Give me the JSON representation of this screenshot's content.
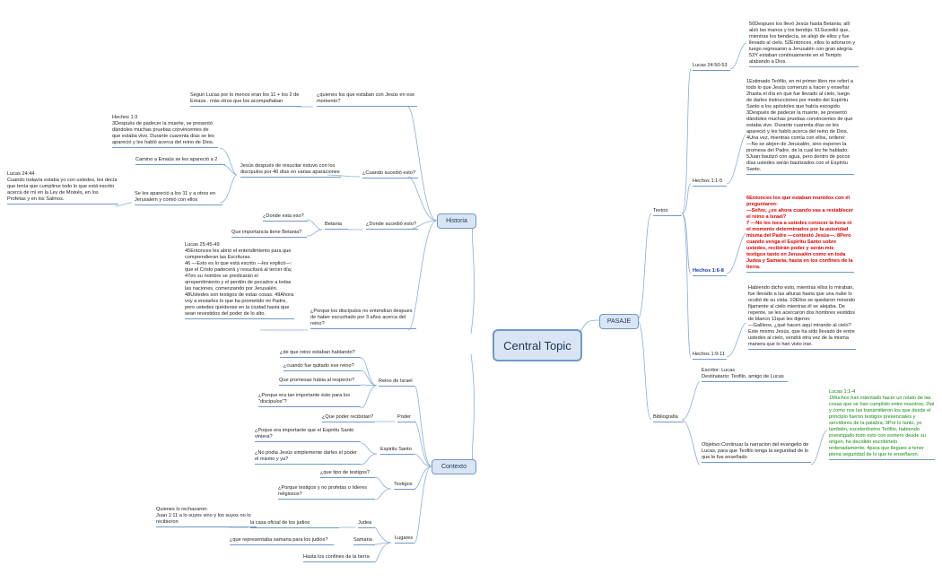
{
  "central": "Central Topic",
  "historia": {
    "label": "Historia",
    "q1": "¿quienes los que estaban con Jesús en ese momento?",
    "q1_answer": "Segun Lucas por lo menos eran los 11 + los 2 de Emaús . más otros que los acompañaban",
    "q2": "¿Cuando sucedió esto?",
    "q2_sub": "Jesús después de resucitar estuvo con los discípulos por 40 días en varias aparaciones",
    "hechos13": "Hechos 1:3\n3Después de padecer la muerte, se presentó dándoles muchas pruebas convincentes de que estaba vivo. Durante cuarenta días se les apareció y les habló acerca del reino de Dios.",
    "emaus": "Camino a Emaús se les apareció a 2",
    "jerusalen": "Se les apareció a los 11 y a otros en Jerusalem y comió con ellos",
    "lucas2444": "Lucas 24:44\nCuando todavía estaba yo con ustedes, les decía que tenía que cumplirse todo lo que está escrito acerca de mí en la Ley de Moisés, en los Profetas y en los Salmos.",
    "q3": "¿Donde sucedió esto?",
    "betania": "Betania",
    "donde": "¿Donde esta eso?",
    "importancia": "Que importancia tiene Betania?",
    "q4": "¿Porque los discípulos no entendían despues de haber escuchado por 3 años acerca del reino?",
    "lucas2545": "Lucas 25:45-49\n45Entonces les abrió el entendimiento para que comprendieran las Escrituras.\n46 —Esto es lo que está escrito —les explicó—: que el Cristo padecerá y resucitará al tercer día; 47en su nombre se predicarán el arrepentimiento y el perdón de pecados a todas las naciones, comenzando por Jerusalén. 48Ustedes son testigos de estas cosas. 49Ahora voy a enviarles lo que ha prometido mi Padre, pero ustedes quédense en la ciudad hasta que sean revestidos del poder de lo alto."
  },
  "contexto": {
    "label": "Contexto",
    "reino": "Reino de Israel",
    "reino_q1": "¿de que reino estaban hablando?",
    "reino_q2": "¿cuando fue quitado ese reino?",
    "reino_q3": "Que promesas habia al respecto?",
    "reino_q4": "¿Porque era tan importante ésto para los \"discipulos\"?",
    "poder": "Poder",
    "poder_q": "¿Que poder recibirian?",
    "espiritu": "Espiritu Santo",
    "espiritu_q1": "¿Poque era importante que el Espiritu Santo viniera?",
    "espiritu_q2": "¿No podia Jesús simplemente darles el poder el mismo y ya?",
    "testigos": "Testigos",
    "testigos_q1": "¿que tipo de testigos?",
    "testigos_q2": "¿Porque testigos y no profetas o lideres religiosos?",
    "lugares": "Lugares",
    "judea": "Judea",
    "judea_q": "la casa oficial de los judios",
    "rechazaron": "Quienes lo rechazaron:\nJuan 1:11 a lo suyos vino y los suyos no lo recibieron",
    "samaria": "Samaria",
    "samaria_q": "¿que representaba samaria para los judios?",
    "confines": "Hasta los confines de la tierra"
  },
  "pasaje": {
    "label": "PASAJE",
    "textos": "Textos:",
    "lucas2450_ref": "Lucas 24:50-53",
    "lucas2450_text": "50Después los llevó Jesús hasta Betania; allí alzó las manos y los bendijo. 51Sucedió que, mientras los bendecía, se alejó de ellos y fue llevado al cielo. 52Entonces, ellos lo adoraron y luego regresaron a Jerusalén con gran alegría. 53Y estaban continuamente en el Templo alabando a Dios.",
    "hechos115_ref": "Hechos 1:1-5",
    "hechos115_text": "1Estimado Teófilo, en mi primer libro me referí a todo lo que Jesús comenzó a hacer y enseñar 2hasta el día en que fue llevado al cielo, luego de darles instrucciones por medio del Espíritu Santo a los apóstoles que había escogido. 3Después de padecer la muerte, se presentó dándoles muchas pruebas convincentes de que estaba vivo. Durante cuarenta días se les apareció y les habló acerca del reino de Dios. 4Una vez, mientras comía con ellos, ordenó:\n—No se alejen de Jerusalén, sino esperen la promesa del Padre, de la cual les he hablado: 5Juan bautizó con agua, pero dentro de pocos días ustedes serán bautizados con el Espíritu Santo.",
    "hechos168_ref": "Hechos 1:6-8",
    "hechos168_text": "6Entonces los que estaban reunidos con él preguntaron:\n—Señor, ¿es ahora cuando vas a restablecer el reino a Israel?\n7 —No les toca a ustedes conocer la hora ni el momento determinados por la autoridad misma del Padre —contestó Jesús—. 8Pero cuando venga el Espíritu Santo sobre ustedes, recibirán poder y serán mis testigos tanto en Jerusalén como en toda Judea y Samaria, hasta en los confines de la tierra.",
    "hechos1911_ref": "Hechos 1:9-11",
    "hechos1911_text": "Habiendo dicho esto, mientras ellos lo miraban, fue llevado a las alturas hasta que una nube lo ocultó de su vista. 10Ellos se quedaron mirando fijamente al cielo mientras él se alejaba. De repente, se les acercaron dos hombres vestidos de blanco 11que les dijeron:\n—Galileos, ¿qué hacen aquí mirando al cielo? Este mismo Jesús, que ha sido llevado de entre ustedes al cielo, vendrá otra vez de la misma manera que lo han visto irse.",
    "bibliografia": "Bibliografia",
    "escritor": "Escritor: Lucas\nDestinatario: Teofilo, amigo de Lucas",
    "objetivo": "Objetivo:Continuar la narracion del evangelio de Lucas, para que Teofilo tenga la seguridad de lo que le fue enseñado",
    "lucas114": "Lucas 1:1-4\n1Muchos han intentado hacer un relato de las cosas que se han cumplido entre nosotros, 2tal y como nos las transmitieron los que desde el principio fueron testigos presenciales y servidores de la palabra. 3Por lo tanto, yo también, excelentísimo Teófilo, habiendo investigado todo esto con esmero desde su origen, he decidido escribírtelo ordenadamente, 4para que llegues a tener plena seguridad de lo que te enseñaron."
  },
  "colors": {
    "line": "#6f99c9",
    "node_fill": "#d9e5f4",
    "highlight_red": "#e00000",
    "highlight_blue": "#1a3aa8",
    "green": "#128a12"
  }
}
